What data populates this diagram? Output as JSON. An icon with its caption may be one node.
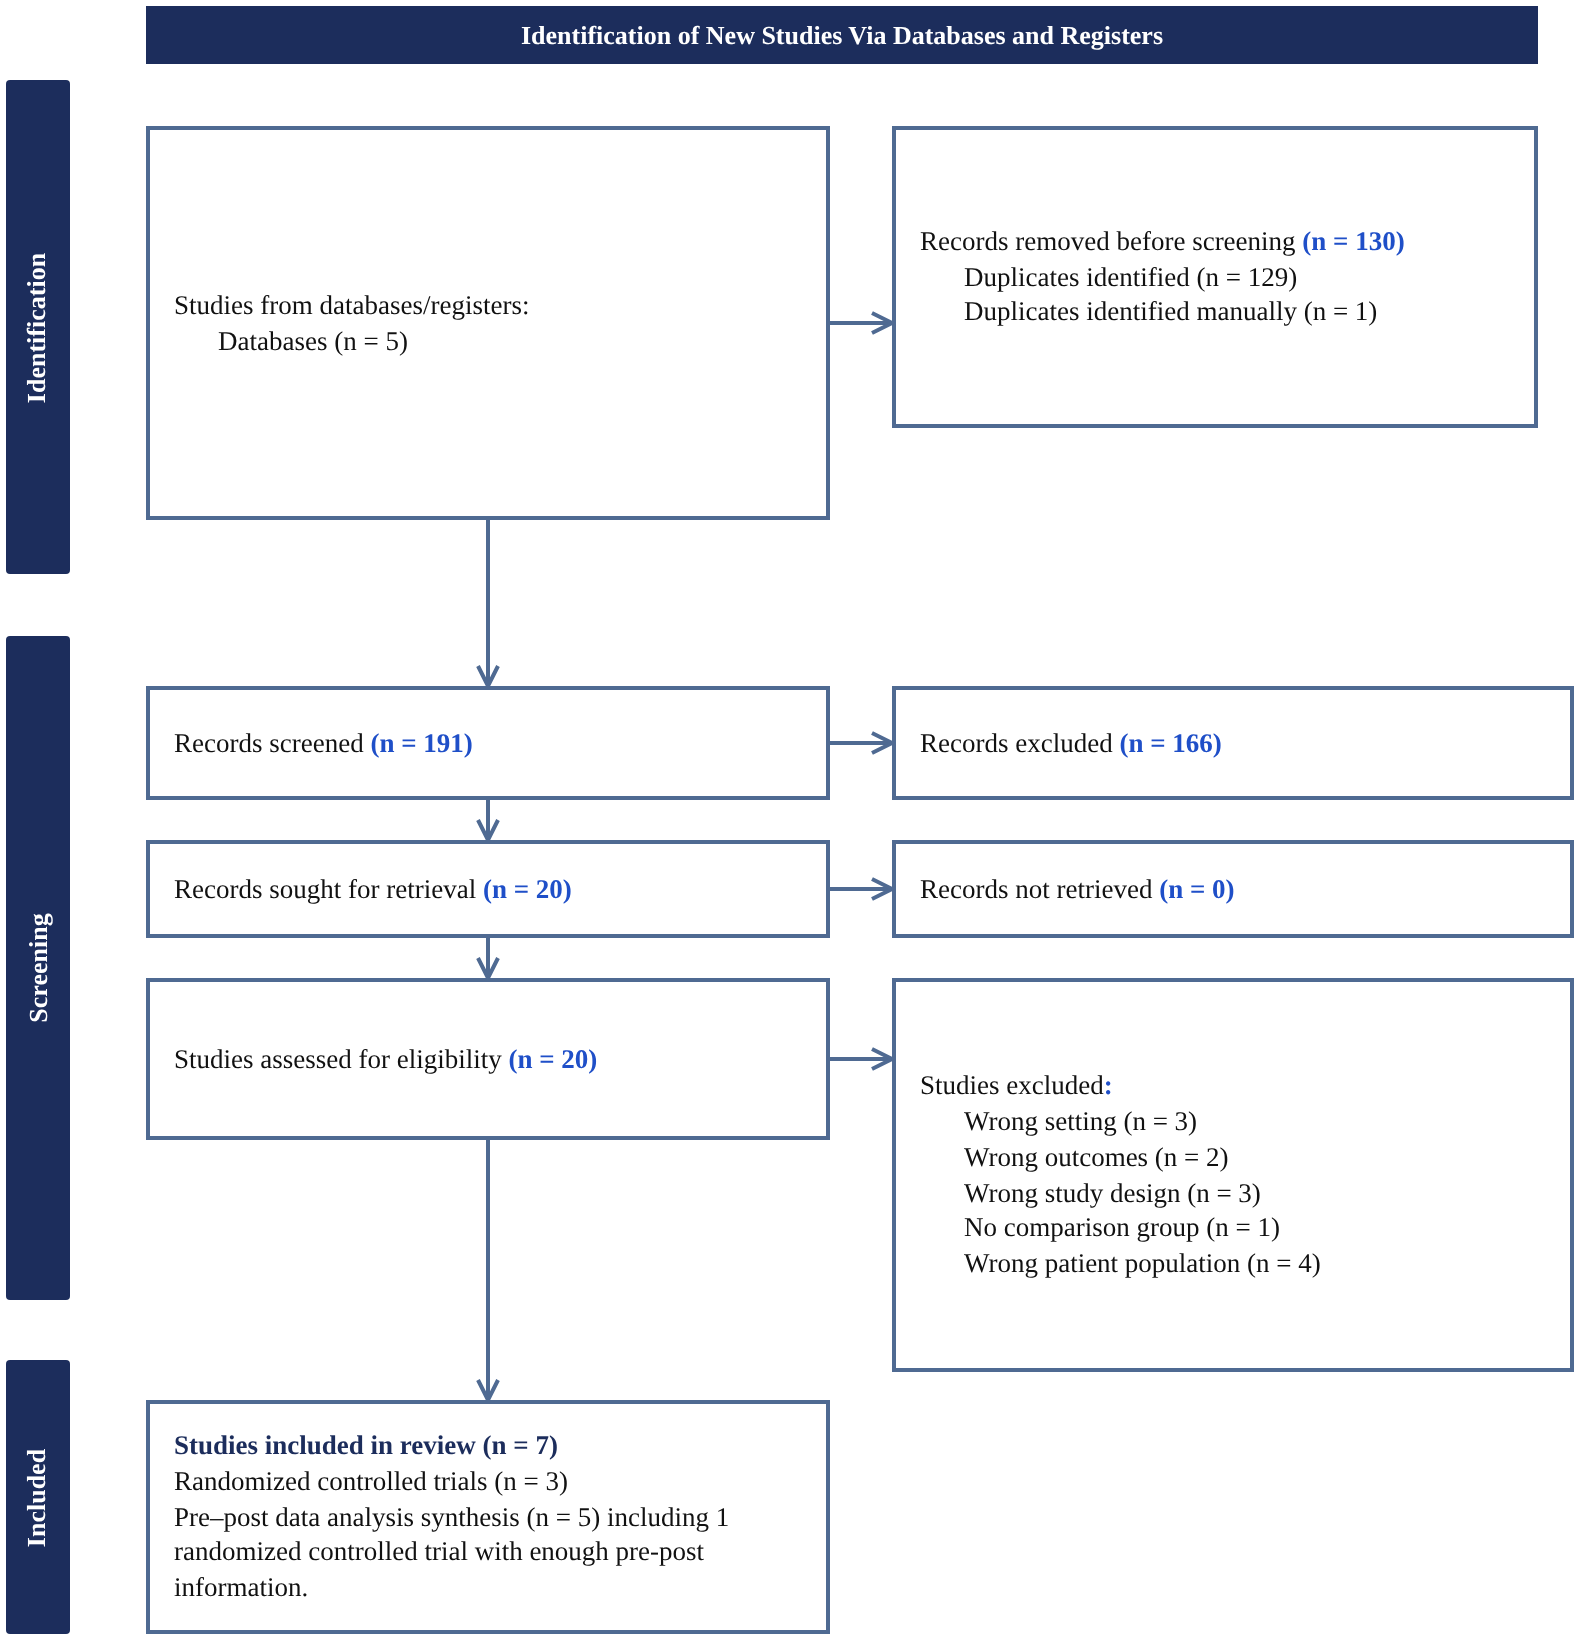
{
  "diagram": {
    "nodes": [
      {
        "text": [
          "Identification of New Studies Via Databases and Registers"
        ]
      },
      {
        "text": [
          "Identification"
        ]
      },
      {
        "text": [
          "Studies from databases/registers:",
          "Databases (n = 5)"
        ]
      },
      {
        "text": [
          "Records removed before screening **(n = 130)**",
          "Duplicates identified (n = 129)",
          "Duplicates identified manually (n = 1)"
        ]
      },
      {
        "text": [
          "Screening"
        ]
      },
      {
        "text": [
          "Records screened **(n = 191)**"
        ]
      },
      {
        "text": [
          "Records excluded **(n = 166)**"
        ]
      },
      {
        "text": [
          "Records sought for retrieval **(n = 20)**"
        ]
      },
      {
        "text": [
          "Records not retrieved **(n = 0)**"
        ]
      },
      {
        "text": [
          "Studies assessed for eligibility **(n = 20)**"
        ]
      },
      {
        "text": [
          "Studies excluded**:**",
          "Wrong setting (n = 3)",
          "Wrong outcomes (n = 2)",
          "Wrong study design (n = 3)",
          "No comparison group (n = 1)",
          "Wrong patient population (n = 4)"
        ]
      },
      {
        "text": [
          "Included"
        ]
      },
      {
        "text": [
          "Studies included in review (n = 7)",
          "Randomized controlled trials (n = 3)",
          "Pre–post data analysis synthesis (n = 5) including 1 randomized controlled trial with enough pre-post information."
        ]
      }
    ],
    "edges": [
      {
        "from": 2,
        "to": 3,
        "arrow": "to"
      },
      {
        "from": 2,
        "to": 5,
        "arrow": "to"
      },
      {
        "from": 5,
        "to": 6,
        "arrow": "to"
      },
      {
        "from": 5,
        "to": 7,
        "arrow": "to"
      },
      {
        "from": 7,
        "to": 8,
        "arrow": "to"
      },
      {
        "from": 7,
        "to": 9,
        "arrow": "to"
      },
      {
        "from": 9,
        "to": 10,
        "arrow": "to"
      },
      {
        "from": 9,
        "to": 12,
        "arrow": "to"
      }
    ]
  }
}
